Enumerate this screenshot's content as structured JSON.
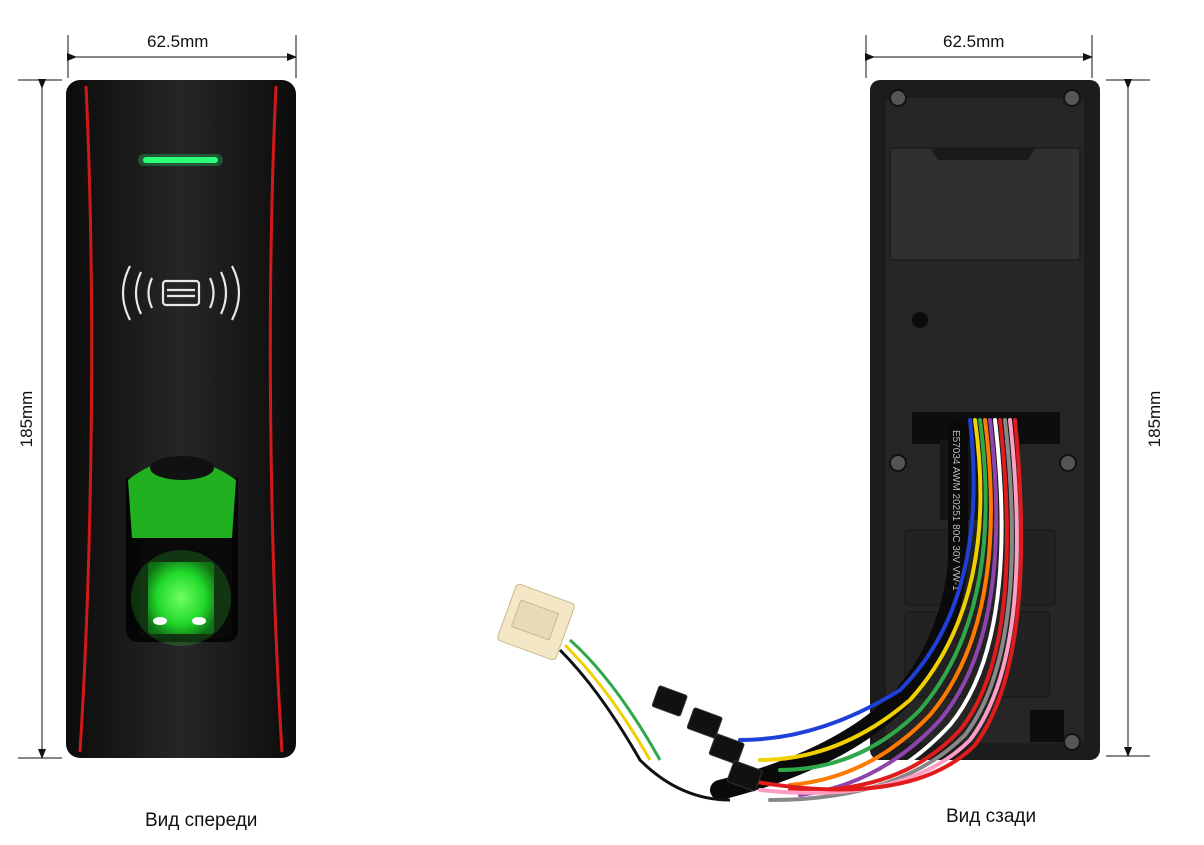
{
  "front": {
    "width_label": "62.5mm",
    "height_label": "185mm",
    "caption": "Вид спереди"
  },
  "back": {
    "width_label": "62.5mm",
    "height_label": "185mm",
    "caption": "Вид сзади",
    "cable_print": "E57034 AWM 20251 80C 30V VW-1"
  },
  "colors": {
    "housing": "#1a1a1a",
    "accent_stripe": "#d01a1a",
    "led": "#2cff7a",
    "sensor_glow": "#22ff33",
    "connector": "#f3e7c6"
  },
  "wire_colors": [
    "#111111",
    "#1f3fd9",
    "#f0d000",
    "#2fa84a",
    "#ff7a00",
    "#8e44ad",
    "#ffffff",
    "#e01b1b",
    "#888888",
    "#ff9ec4"
  ]
}
